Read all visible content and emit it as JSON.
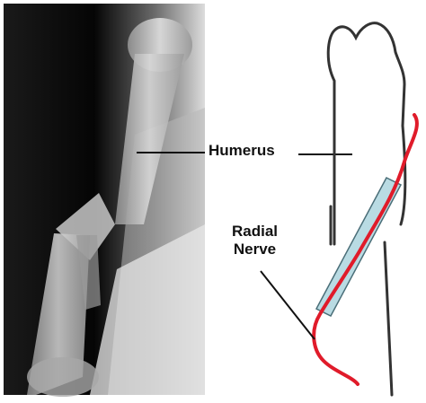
{
  "labels": {
    "humerus": "Humerus",
    "radial_line1": "Radial",
    "radial_line2": "Nerve"
  },
  "colors": {
    "xray_dark": "#0a0a0a",
    "xray_bone": "#cfcfcf",
    "outline": "#333333",
    "nerve": "#e01b2a",
    "plate_fill": "#b9dbe3",
    "plate_stroke": "#4a6e78"
  }
}
